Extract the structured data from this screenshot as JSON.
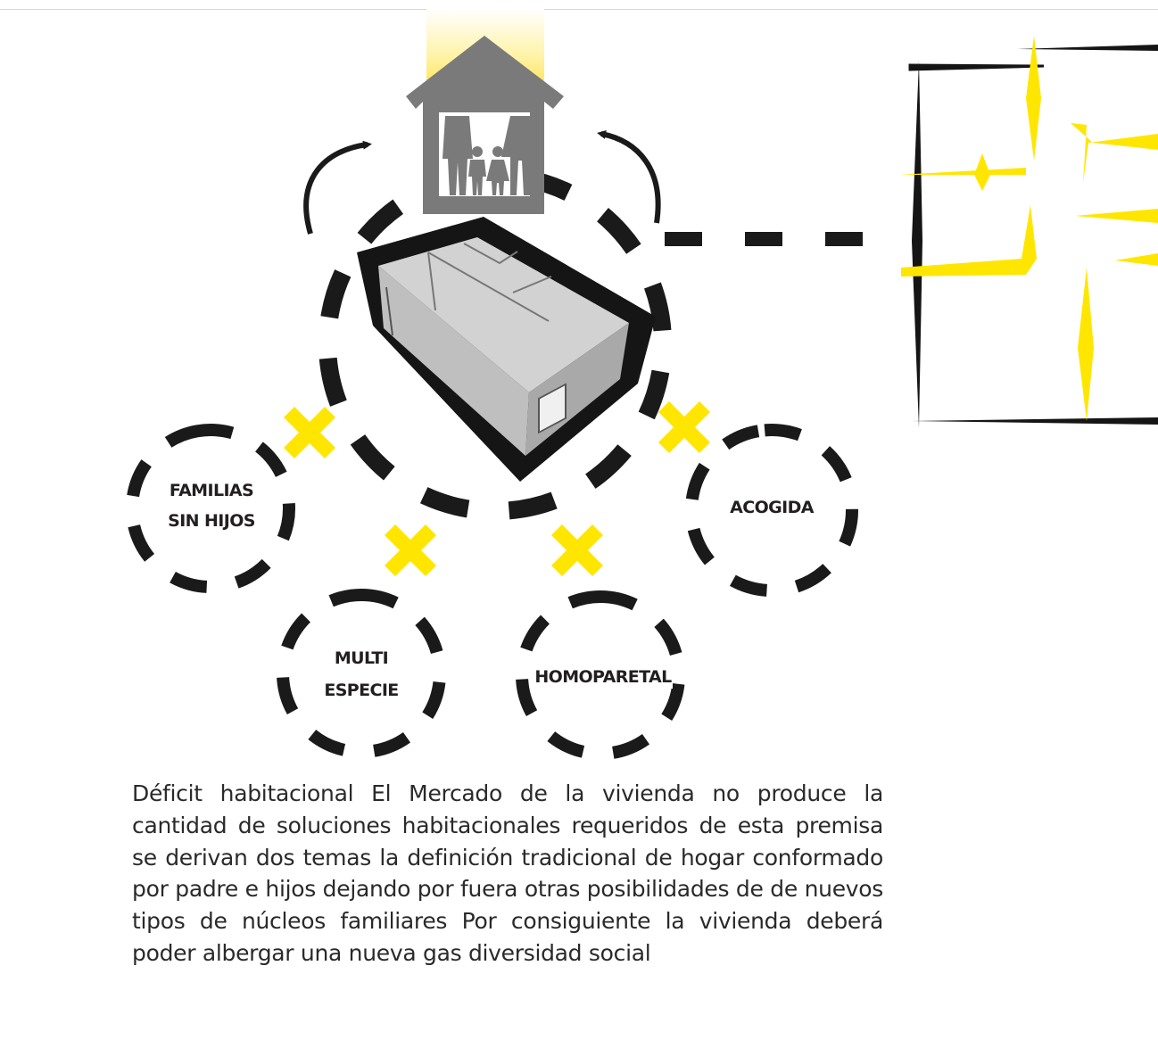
{
  "diagram": {
    "bubbles": [
      {
        "id": "familias",
        "lines": [
          "FAMILIAS",
          "SIN HIJOS"
        ]
      },
      {
        "id": "acogida",
        "lines": [
          "ACOGIDA"
        ]
      },
      {
        "id": "multi",
        "lines": [
          "MULTI",
          "ESPECIE"
        ]
      },
      {
        "id": "homoparetal",
        "lines": [
          "HOMOPARETAL"
        ]
      }
    ],
    "colors": {
      "ink": "#1a1a1a",
      "accent_yellow": "#ffe600",
      "house_gray": "#7a7a7a"
    },
    "icons": [
      "family-house-icon",
      "cross-mark-icon",
      "curved-arrow-icon",
      "floor-plan-sketch"
    ]
  },
  "caption": {
    "text": "Déficit habitacional El Mercado de la vivienda no produce la cantidad de soluciones habitacionales requeridos de esta premisa se derivan dos temas la definición tradicional de hogar conformado por padre e hijos dejando por fuera otras posibilidades de de nuevos tipos de núcleos familiares Por consiguiente la vivienda deberá poder albergar una nueva gas diversidad social"
  }
}
